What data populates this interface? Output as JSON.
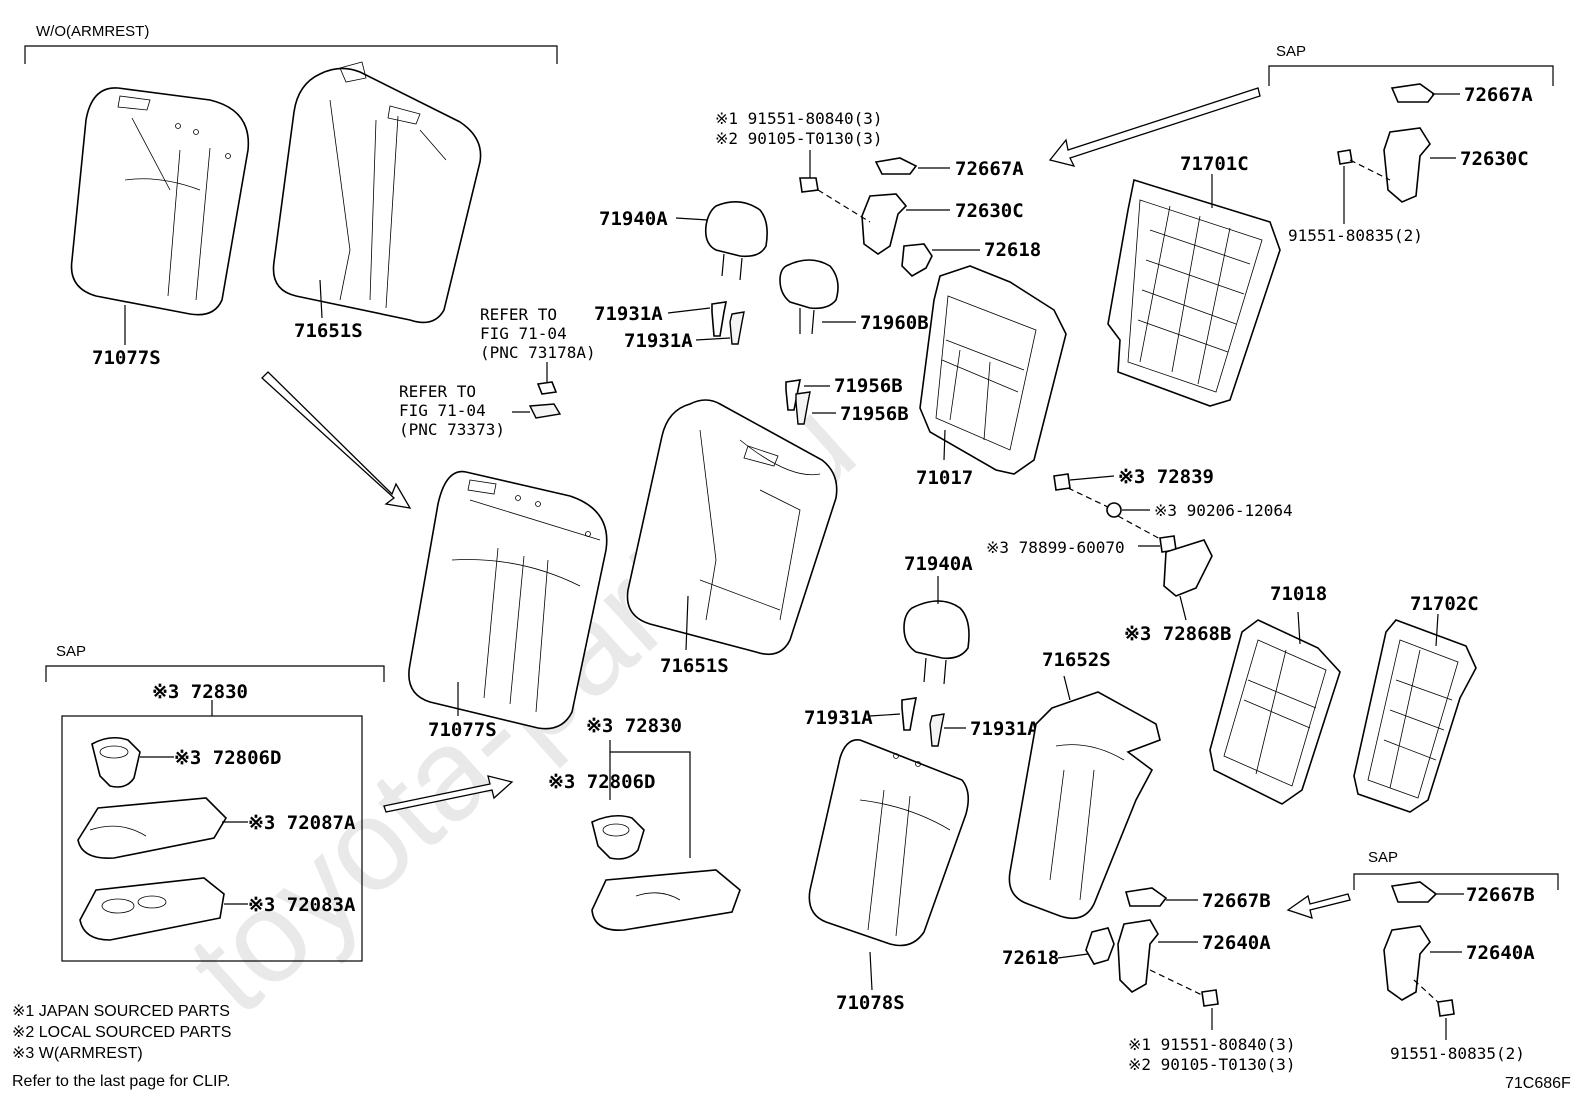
{
  "diagram_id": "71C686F",
  "watermark": "toyota-parts.ru",
  "groups": {
    "wo_armrest": "W/O(ARMREST)",
    "sap_top": "SAP",
    "sap_left": "SAP",
    "sap_bottom": "SAP"
  },
  "labels": {
    "p71077S_a": "71077S",
    "p71651S_a": "71651S",
    "p71077S_b": "71077S",
    "p71651S_b": "71651S",
    "p71940A_a": "71940A",
    "p71931A_a1": "71931A",
    "p71931A_a2": "71931A",
    "p71960B": "71960B",
    "p71956B_1": "71956B",
    "p71956B_2": "71956B",
    "p71017": "71017",
    "p72667A_mid": "72667A",
    "p72630C_mid": "72630C",
    "p72618_top": "72618",
    "bolt_top_1": "※1 91551-80840(3)",
    "bolt_top_2": "※2 90105-T0130(3)",
    "p71701C": "71701C",
    "p72667A_sap": "72667A",
    "p72630C_sap": "72630C",
    "bolt_sap_top": "91551-80835(2)",
    "p72839": "※3 72839",
    "p90206": "※3 90206-12064",
    "p78899": "※3 78899-60070",
    "p72868B": "※3 72868B",
    "p71940A_b": "71940A",
    "p71931A_b1": "71931A",
    "p71931A_b2": "71931A",
    "p71078S": "71078S",
    "p71652S": "71652S",
    "p71018": "71018",
    "p71702C": "71702C",
    "p72667B_mid": "72667B",
    "p72640A_mid": "72640A",
    "p72618_bot": "72618",
    "bolt_bot_1": "※1 91551-80840(3)",
    "bolt_bot_2": "※2 90105-T0130(3)",
    "p72667B_sap": "72667B",
    "p72640A_sap": "72640A",
    "bolt_sap_bot": "91551-80835(2)",
    "p72830_left": "※3 72830",
    "p72806D_left": "※3 72806D",
    "p72087A": "※3 72087A",
    "p72083A": "※3 72083A",
    "p72830_mid": "※3 72830",
    "p72806D_mid": "※3 72806D"
  },
  "refs": {
    "ref1_line1": "REFER TO",
    "ref1_line2": "FIG 71-04",
    "ref1_line3": "(PNC 73178A)",
    "ref2_line1": "REFER TO",
    "ref2_line2": "FIG 71-04",
    "ref2_line3": "(PNC 73373)"
  },
  "notes": {
    "n1": "※1 JAPAN SOURCED PARTS",
    "n2": "※2 LOCAL SOURCED PARTS",
    "n3": "※3 W(ARMREST)",
    "n4": "Refer to the last page for CLIP."
  }
}
